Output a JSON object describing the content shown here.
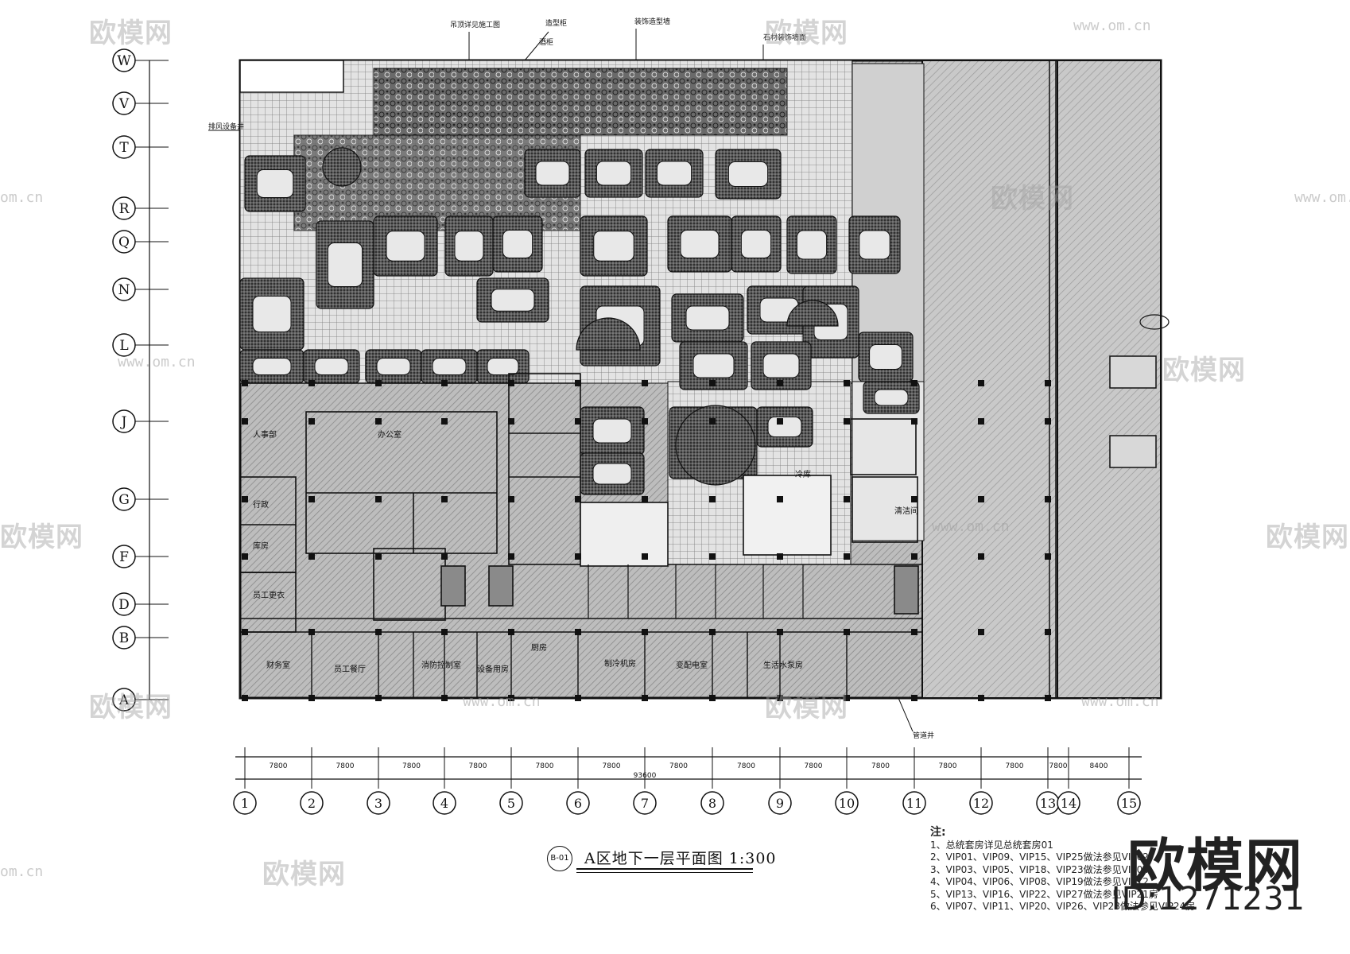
{
  "drawing": {
    "title": "A区地下一层平面图 1:300",
    "title_badge": "B-01"
  },
  "grid": {
    "rows": [
      "W",
      "V",
      "T",
      "R",
      "Q",
      "N",
      "L",
      "J",
      "G",
      "F",
      "D",
      "B",
      "A"
    ],
    "cols": [
      "1",
      "2",
      "3",
      "4",
      "5",
      "6",
      "7",
      "8",
      "9",
      "10",
      "11",
      "12",
      "13",
      "14",
      "15"
    ],
    "col_dims": [
      "7800",
      "7800",
      "7800",
      "7800",
      "7800",
      "7800",
      "7800",
      "7800",
      "7800",
      "7800",
      "7800",
      "7800",
      "7800",
      "8400"
    ],
    "col_total": "93600"
  },
  "rooms": [
    {
      "id": "r1",
      "label": "办公室"
    },
    {
      "id": "r2",
      "label": "人事部"
    },
    {
      "id": "r3",
      "label": "行政"
    },
    {
      "id": "r4",
      "label": "库房"
    },
    {
      "id": "r5",
      "label": "员工更衣"
    },
    {
      "id": "r6",
      "label": "财务室"
    },
    {
      "id": "r7",
      "label": "员工餐厅"
    },
    {
      "id": "r8",
      "label": "消防控制室"
    },
    {
      "id": "r9",
      "label": "设备用房"
    },
    {
      "id": "r10",
      "label": "厨房"
    },
    {
      "id": "r11",
      "label": "制冷机房"
    },
    {
      "id": "r12",
      "label": "变配电室"
    },
    {
      "id": "r13",
      "label": "生活水泵房"
    },
    {
      "id": "r14",
      "label": "冷库"
    },
    {
      "id": "r15",
      "label": "清洁间"
    }
  ],
  "callouts": [
    "吊顶详见施工图",
    "造型柜",
    "酒柜",
    "装饰造型墙",
    "石材装饰墙面",
    "排风设备井",
    "管道井"
  ],
  "notes": {
    "heading": "注:",
    "items": [
      "1、总统套房详见总统套房01",
      "2、VIP01、VIP09、VIP15、VIP25做法参见VIP02",
      "3、VIP03、VIP05、VIP18、VIP23做法参见VIP04",
      "4、VIP04、VIP06、VIP08、VIP19做法参见VIP12",
      "5、VIP13、VIP16、VIP22、VIP27做法参见VIP21房",
      "6、VIP07、VIP11、VIP20、VIP26、VIP28做法参见VIP24房"
    ]
  },
  "watermark": {
    "brand": "欧模网",
    "url": "www.om.cn",
    "url_short": "om.cn",
    "id_text": "ID:1271231"
  },
  "colors": {
    "ink": "#111111",
    "hatch": "#7a7a7a",
    "hatch_bg": "#bdbdbd",
    "dense": "#3a3a3a",
    "paper": "#ffffff",
    "watermark": "#a0a0a0"
  }
}
